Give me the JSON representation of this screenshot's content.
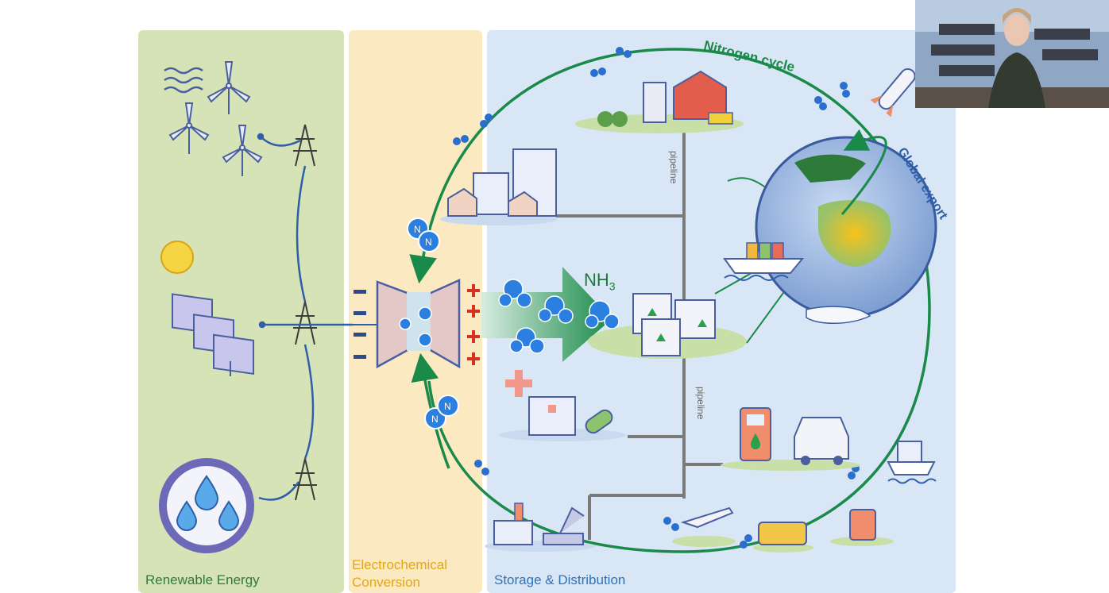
{
  "panels": {
    "renewable": "Renewable Energy",
    "electrochemical_line1": "Electrochemical",
    "electrochemical_line2": "Conversion",
    "storage": "Storage & Distribution"
  },
  "labels": {
    "nitrogen_cycle": "Nitrogen cycle",
    "global_export": "Global export",
    "pipeline": "pipeline",
    "nh3_main": "NH",
    "nh3_sub": "3",
    "n": "N"
  },
  "colors": {
    "renewable_bg": "#d6e3b6",
    "electrochem_bg": "#fbe9c2",
    "storage_bg": "#d9e6f5",
    "cycle_green": "#1a8a4a",
    "grid_blue": "#2f5fa8",
    "molecule_blue": "#2a7fe0"
  },
  "icons": [
    "wind-icon",
    "wind-turbine-icon",
    "solar-panel-icon",
    "sun-icon",
    "hydro-icon",
    "pylon-icon",
    "electrolyser-icon",
    "farm-icon",
    "city-icon",
    "tank-icon",
    "hospital-icon",
    "pill-icon",
    "fuel-pump-icon",
    "car-icon",
    "ship-icon",
    "plane-icon",
    "bus-icon",
    "train-icon",
    "factory-icon",
    "robot-arm-icon",
    "rocket-icon",
    "globe-icon",
    "cargo-ship-icon"
  ],
  "video": {
    "name": "presenter-video"
  }
}
